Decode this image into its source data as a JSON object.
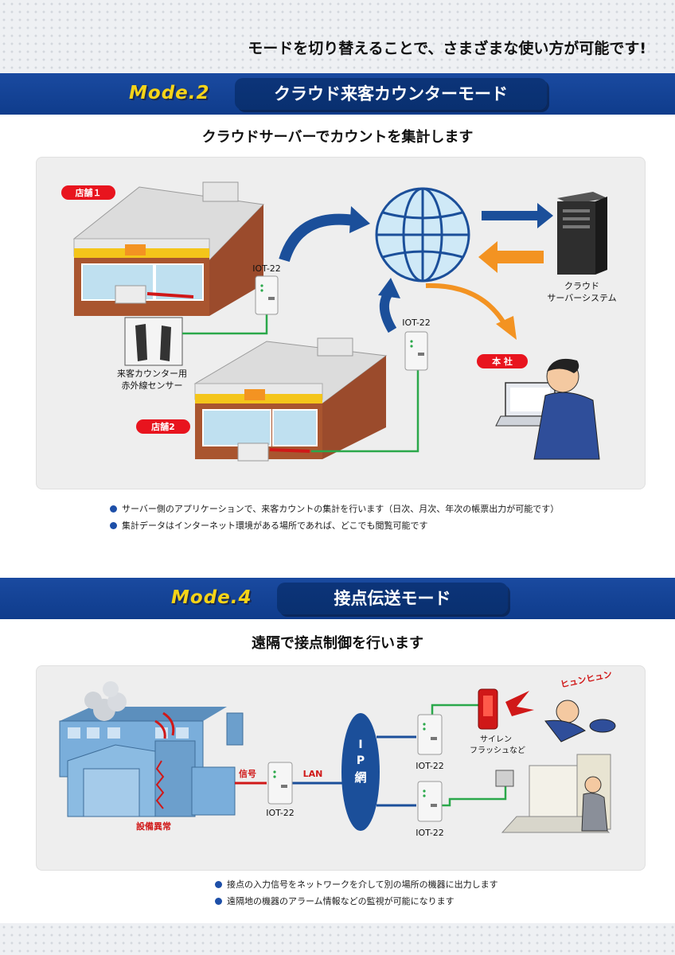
{
  "tagline": "モードを切り替えることで、さまざまな使い方が可能です!",
  "mode2": {
    "label": "Mode.2",
    "title": "クラウド来客カウンターモード",
    "subtitle": "クラウドサーバーでカウントを集計します",
    "diagram": {
      "store1": "店舗１",
      "store2": "店舗2",
      "device1": "IOT-22",
      "device2": "IOT-22",
      "sensor_line1": "来客カウンター用",
      "sensor_line2": "赤外線センサー",
      "server_line1": "クラウド",
      "server_line2": "サーバーシステム",
      "hq": "本 社"
    },
    "notes": [
      "サーバー側のアプリケーションで、来客カウントの集計を行います（日次、月次、年次の帳票出力が可能です）",
      "集計データはインターネット環境がある場所であれば、どこでも閲覧可能です"
    ]
  },
  "mode4": {
    "label": "Mode.4",
    "title": "接点伝送モード",
    "subtitle": "遠隔で接点制御を行います",
    "diagram": {
      "anomaly": "設備異常",
      "signal": "信号",
      "lan": "LAN",
      "device_main": "IOT-22",
      "device_top": "IOT-22",
      "device_bottom": "IOT-22",
      "ip_line1": "I",
      "ip_line2": "P",
      "ip_line3": "網",
      "siren_line1": "サイレン",
      "siren_line2": "フラッシュなど",
      "hyun": "ヒュンヒュン"
    },
    "notes": [
      "接点の入力信号をネットワークを介して別の場所の機器に出力します",
      "遠隔地の機器のアラーム情報などの監視が可能になります"
    ]
  },
  "colors": {
    "band": "#1a4aa0",
    "mode_label": "#f6d418",
    "store_label": "#e8141e",
    "arrow_blue": "#1b4f9a",
    "arrow_orange": "#f39322",
    "green_wire": "#2aa84a",
    "bullet": "#1d4fa8"
  }
}
